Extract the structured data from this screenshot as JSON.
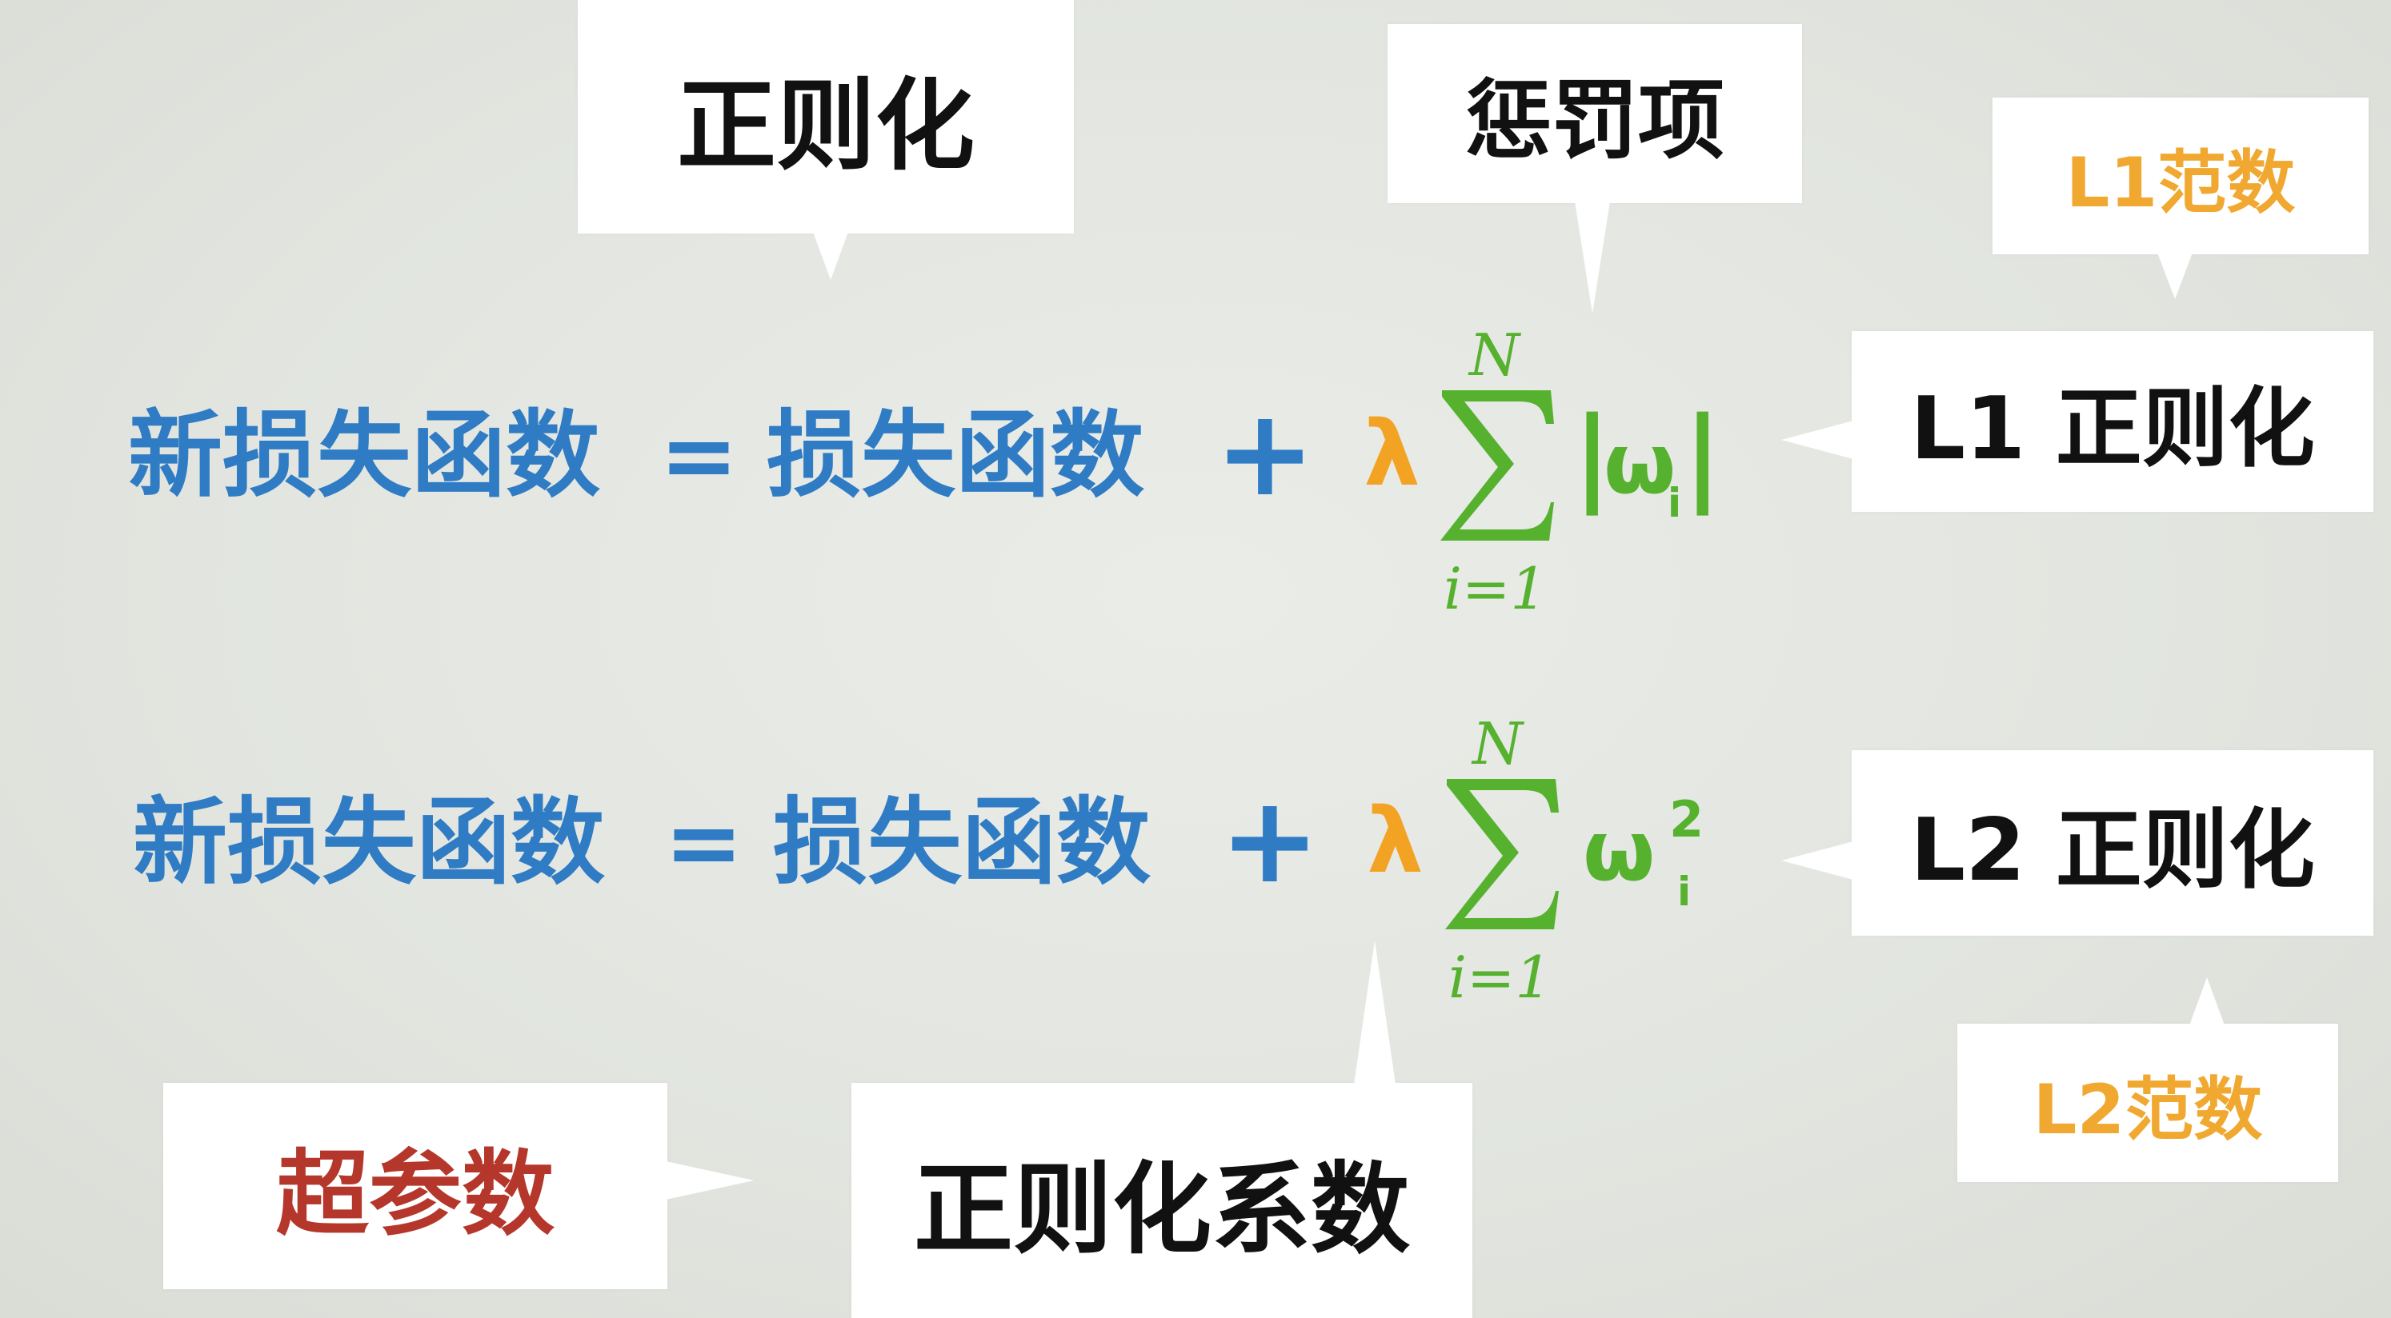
{
  "callouts": {
    "regularization": "正则化",
    "penalty": "惩罚项",
    "l1_norm": "L1范数",
    "l1_reg": "L1 正则化",
    "l2_reg": "L2 正则化",
    "l2_norm": "L2范数",
    "hyperparam": "超参数",
    "reg_coef": "正则化系数"
  },
  "equation1": {
    "lhs": "新损失函数",
    "equals": "=",
    "loss": "损失函数",
    "plus": "+",
    "lambda": "λ",
    "sum_upper": "N",
    "sum_lower": "i=1",
    "term_open": "|",
    "term_base": "ω",
    "term_sub": "i",
    "term_close": "|"
  },
  "equation2": {
    "lhs": "新损失函数",
    "equals": "=",
    "loss": "损失函数",
    "plus": "+",
    "lambda": "λ",
    "sum_upper": "N",
    "sum_lower": "i=1",
    "term_base": "ω",
    "term_sup": "2",
    "term_sub": "i"
  },
  "colors": {
    "equation_blue": "#2f7cc4",
    "lambda_orange": "#f3a323",
    "sum_green": "#56b12f",
    "norm_orange": "#f0a830",
    "hyperparam_red": "#b5372b",
    "callout_text": "#111111",
    "background": "#e4e7e2"
  }
}
